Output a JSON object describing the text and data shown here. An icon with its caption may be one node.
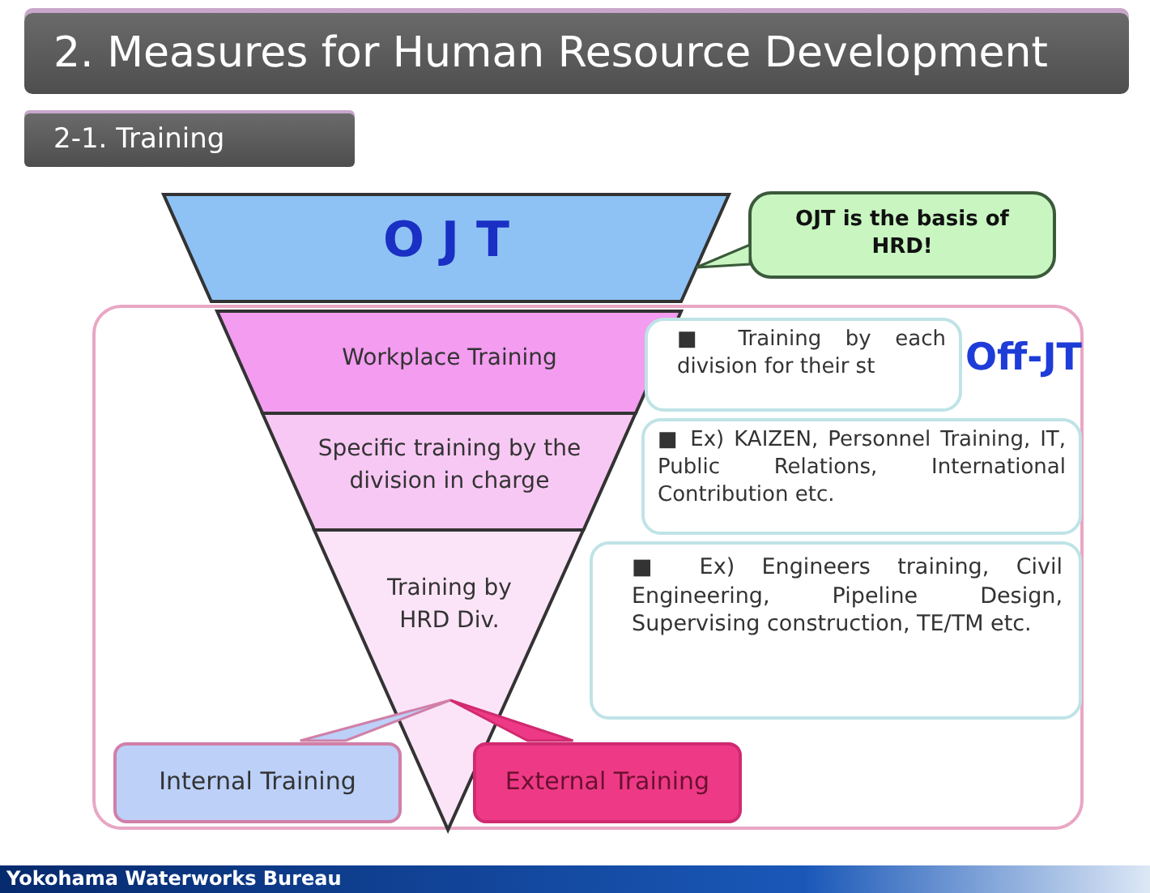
{
  "diagram": {
    "title": "2. Measures for Human Resource Development",
    "nodes": [
      {
        "text": [
          "O J T"
        ]
      },
      {
        "text": [],
        "shape": "box"
      },
      {
        "text": [
          "Workplace Training"
        ],
        "in": 1
      },
      {
        "text": [
          "Specific training by the division in charge"
        ],
        "in": 1
      },
      {
        "text": [
          "Training by HRD Div."
        ],
        "in": 1
      },
      {
        "text": [
          "OJT is the basis of HRD!"
        ]
      },
      {
        "text": [
          "■ Training by each division for their st"
        ],
        "in": 1
      },
      {
        "text": [
          "Off-JT"
        ],
        "in": 1
      },
      {
        "text": [
          "■ Ex) KAIZEN, Personnel Training, IT, Public Relations, International Contribution etc."
        ],
        "in": 1
      },
      {
        "text": [
          "■ Ex) Engineers training, Civil Engineering, Pipeline Design, Supervising construction, TE/TM etc."
        ],
        "in": 1
      },
      {
        "text": [
          "Internal Training"
        ],
        "in": 1
      },
      {
        "text": [
          "External Training"
        ],
        "in": 1
      }
    ],
    "edges": [
      {
        "from": 5,
        "to": 0,
        "arrow": "none"
      },
      {
        "from": 10,
        "to": 4,
        "arrow": "none"
      },
      {
        "from": 11,
        "to": 4,
        "arrow": "none"
      }
    ],
    "labels": [
      "2-1. Training",
      "Yokohama Waterworks Bureau"
    ]
  }
}
